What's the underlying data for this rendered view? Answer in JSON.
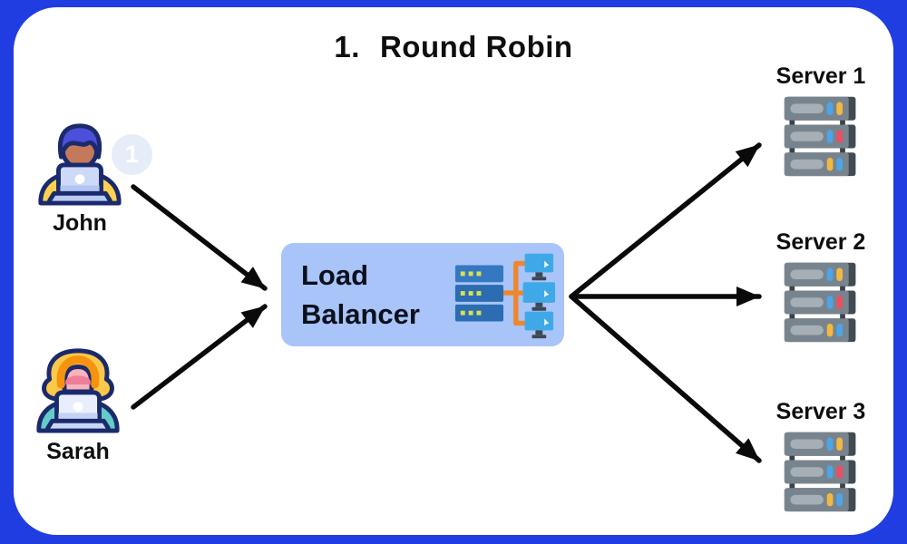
{
  "title": {
    "number": "1.",
    "text": "Round Robin"
  },
  "users": [
    {
      "name": "John",
      "badge": "1"
    },
    {
      "name": "Sarah"
    }
  ],
  "load_balancer": {
    "label": "Load Balancer"
  },
  "servers": [
    {
      "label": "Server 1"
    },
    {
      "label": "Server 2"
    },
    {
      "label": "Server 3"
    }
  ],
  "connections": [
    {
      "from": "John",
      "to": "Load Balancer"
    },
    {
      "from": "Sarah",
      "to": "Load Balancer"
    },
    {
      "from": "Load Balancer",
      "to": "Server 1"
    },
    {
      "from": "Load Balancer",
      "to": "Server 2"
    },
    {
      "from": "Load Balancer",
      "to": "Server 3"
    }
  ],
  "colors": {
    "frame_blue": "#1f3de0",
    "panel_white": "#ffffff",
    "lb_box_blue": "#a8c4f8",
    "arrow_black": "#0a0a0a",
    "badge_bg": "#e7edf8",
    "server_gray": "#78848d",
    "orange_connector": "#f0862c"
  }
}
